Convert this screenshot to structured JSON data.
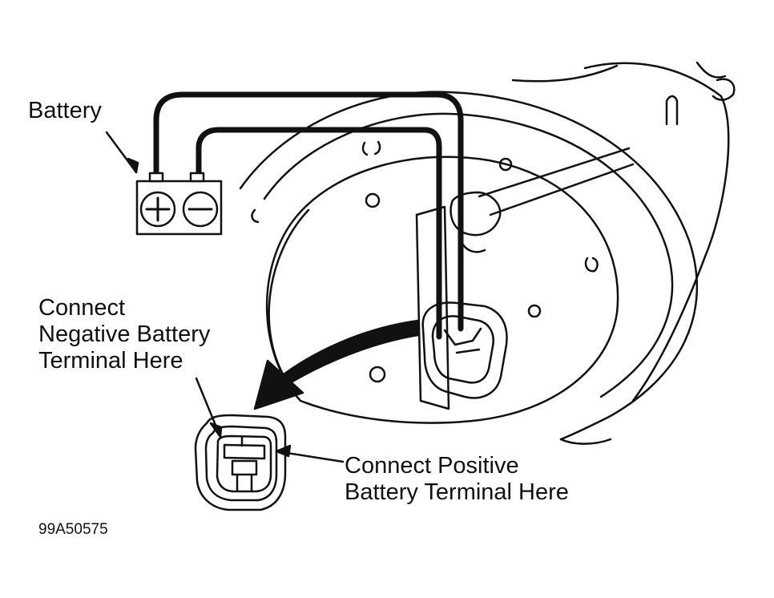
{
  "diagram": {
    "battery_label": "Battery",
    "negative_label": [
      "Connect",
      "Negative Battery",
      "Terminal Here"
    ],
    "positive_label": [
      "Connect Positive",
      "Battery Terminal Here"
    ],
    "figure_id": "99A50575",
    "battery_symbols": {
      "positive": "+",
      "negative": "−"
    }
  }
}
